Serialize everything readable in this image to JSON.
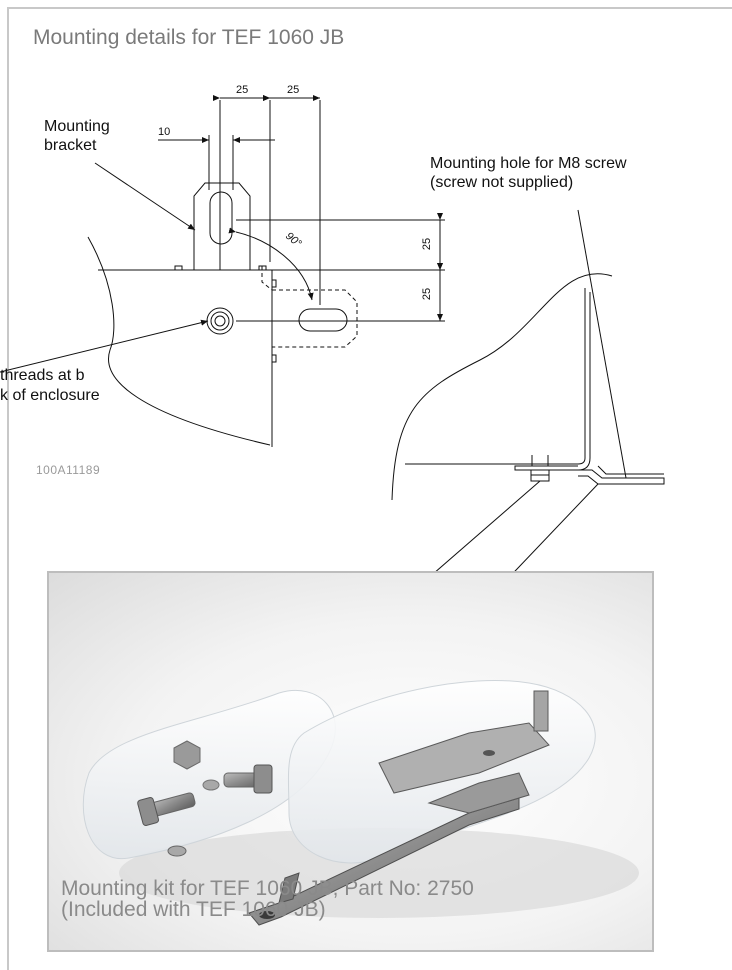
{
  "title": "Mounting details for TEF 1060 JB",
  "labels": {
    "mounting_bracket_line1": "Mounting",
    "mounting_bracket_line2": "bracket",
    "hole_line1": "Mounting hole for M8 screw",
    "hole_line2": "(screw not supplied)",
    "threads_line1": "threads at b",
    "threads_line2": "k of enclosure"
  },
  "dimensions": {
    "top_left": "25",
    "top_right": "25",
    "slot_width": "10",
    "vertical_upper": "25",
    "vertical_lower": "25",
    "angle": "90°"
  },
  "drawing_code": "100A11189",
  "photo": {
    "caption_line1": "Mounting kit for TEF 1060 JB, Part No: 2750",
    "caption_line2": "(Included with TEF 1060 JB)"
  }
}
